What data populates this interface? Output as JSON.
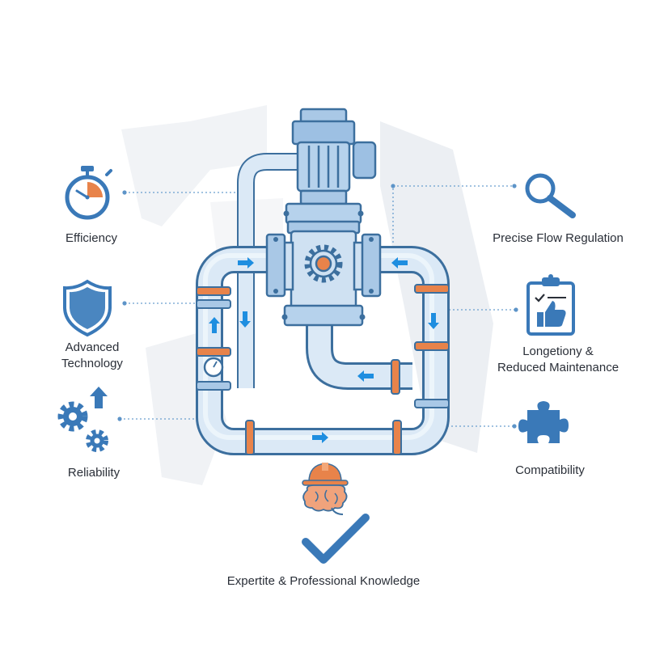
{
  "colors": {
    "pipe_light": "#dbe9f6",
    "pipe_mid": "#a9c8e6",
    "pipe_dark": "#3c6f9e",
    "accent_orange": "#e8834a",
    "icon_blue": "#3a79b8",
    "arrow_blue": "#1e8ee0",
    "dotted_line": "#6a9fcf",
    "background_shape": "#eef1f4"
  },
  "features": {
    "efficiency": {
      "label": "Efficiency",
      "icon": "stopwatch-icon"
    },
    "advanced_technology": {
      "line1": "Advanced",
      "line2": "Technology",
      "icon": "shield-icon"
    },
    "reliability": {
      "label": "Reliability",
      "icon": "gears-icon"
    },
    "precise_flow": {
      "label": "Precise Flow Regulation",
      "icon": "magnifier-icon"
    },
    "longevity": {
      "line1": "Longetiony &",
      "line2": "Reduced Maintenance",
      "icon": "clipboard-thumbs-up-icon"
    },
    "compatibility": {
      "label": "Compatibility",
      "icon": "puzzle-piece-icon"
    },
    "expertise": {
      "label": "Expertite & Professional Knowledge",
      "icon": "brain-hardhat-check-icon"
    }
  }
}
